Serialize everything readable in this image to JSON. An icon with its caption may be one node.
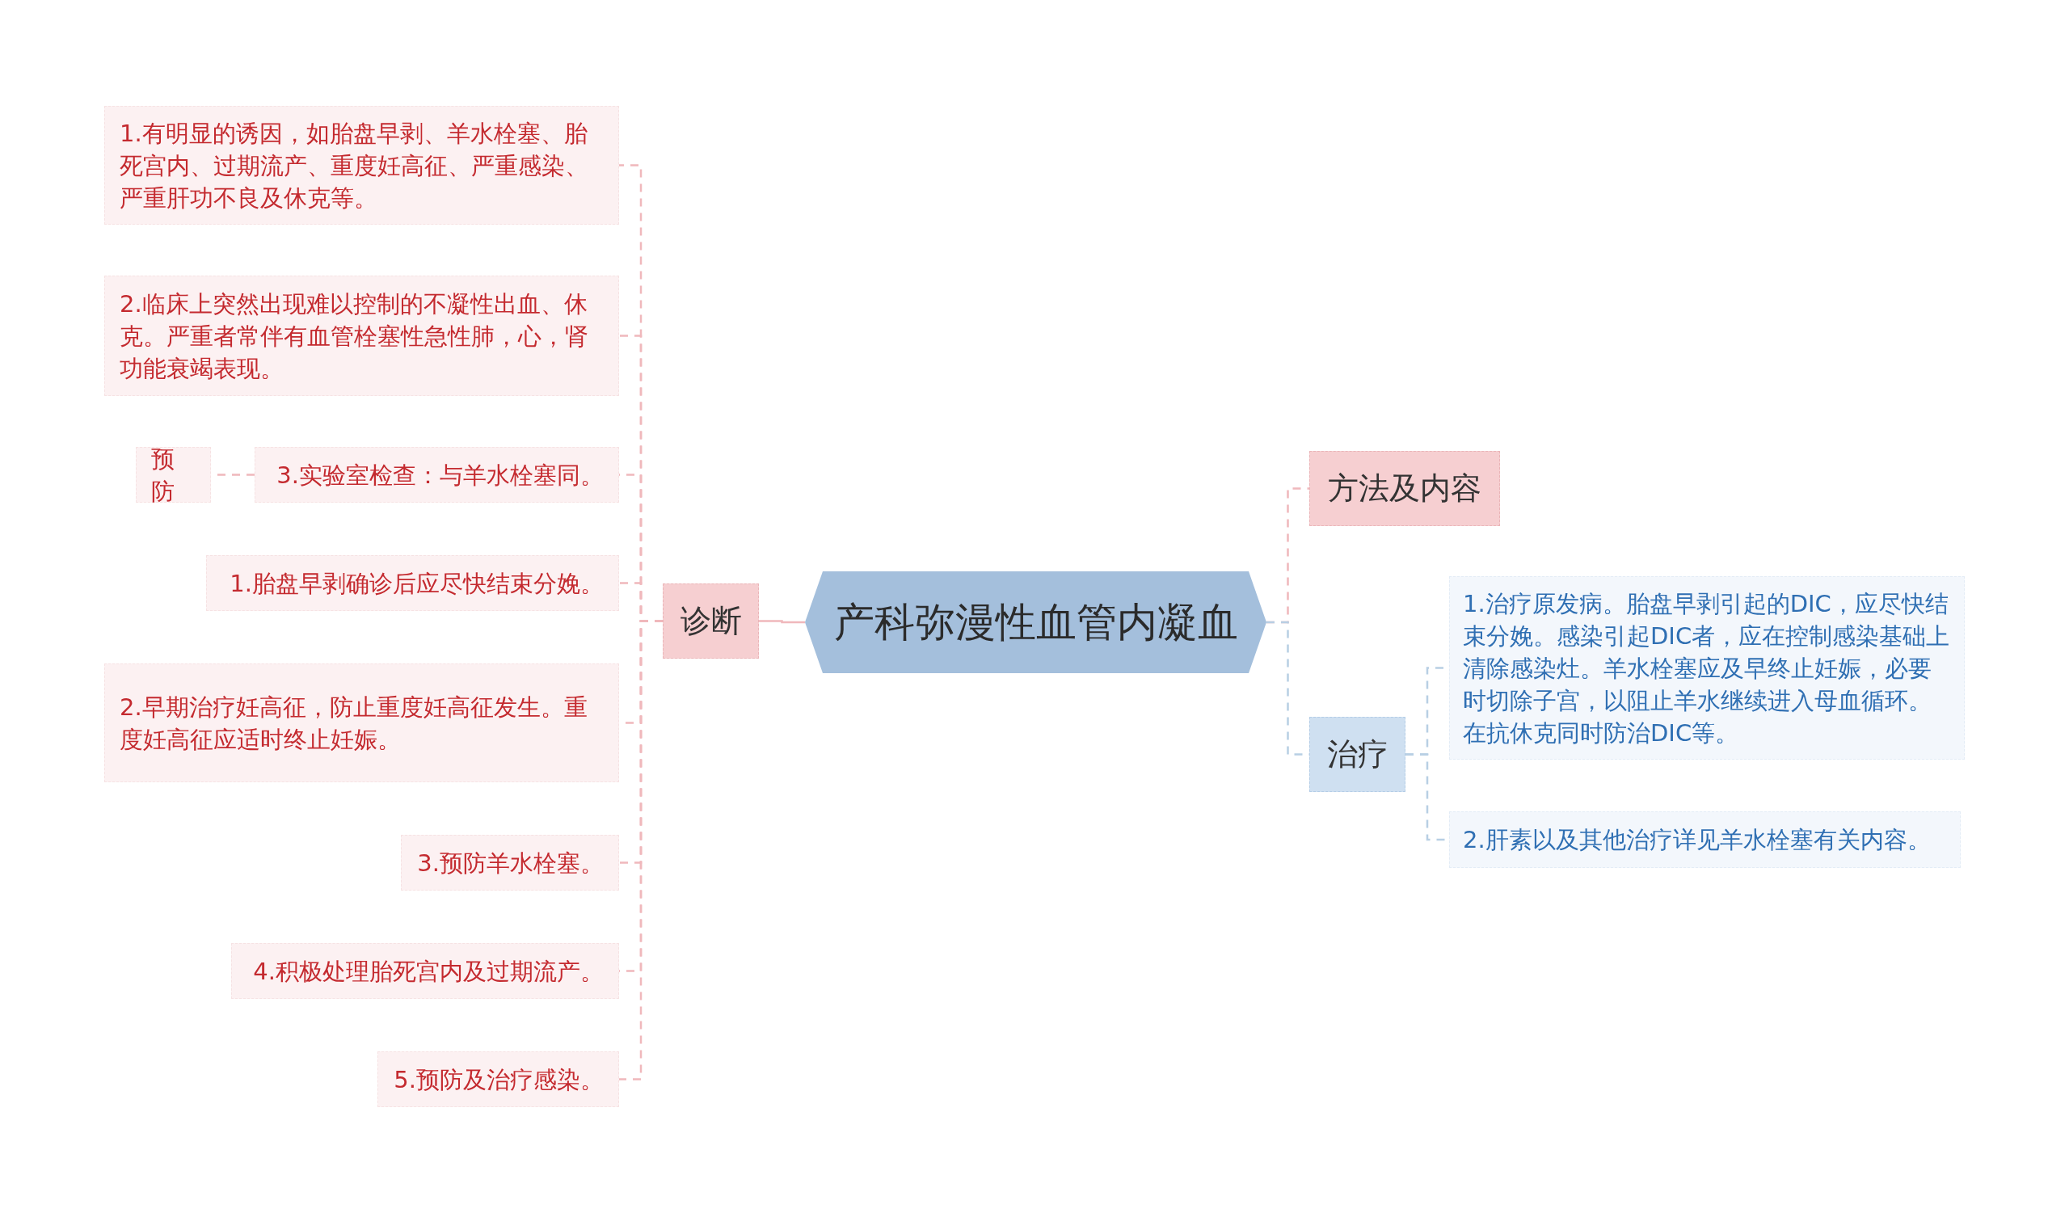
{
  "diagram": {
    "nodes": [
      {
        "text": [
          "产科弥漫性血管内凝血"
        ]
      },
      {
        "text": [
          "诊断"
        ]
      },
      {
        "text": [
          "1.有明显的诱因，如胎盘早剥、羊水栓塞、胎死宫内、过期流产、重度妊高征、严重感染、严重肝功不良及休克等。"
        ]
      },
      {
        "text": [
          "2.临床上突然出现难以控制的不凝性出血、休克。严重者常伴有血管栓塞性急性肺，心，肾功能衰竭表现。"
        ]
      },
      {
        "text": [
          "预防"
        ]
      },
      {
        "text": [
          "3.实验室检查：与羊水栓塞同。"
        ]
      },
      {
        "text": [
          "1.胎盘早剥确诊后应尽快结束分娩。"
        ]
      },
      {
        "text": [
          "2.早期治疗妊高征，防止重度妊高征发生。重度妊高征应适时终止妊娠。"
        ]
      },
      {
        "text": [
          "3.预防羊水栓塞。"
        ]
      },
      {
        "text": [
          "4.积极处理胎死宫内及过期流产。"
        ]
      },
      {
        "text": [
          "5.预防及治疗感染。"
        ]
      },
      {
        "text": [
          "方法及内容"
        ]
      },
      {
        "text": [
          "治疗"
        ]
      },
      {
        "text": [
          "1.治疗原发病。胎盘早剥引起的DIC，应尽快结束分娩。感染引起DIC者，应在控制感染基础上清除感染灶。羊水栓塞应及早终止妊娠，必要时切除子宫，以阻止羊水继续进入母血循环。在抗休克同时防治DIC等。"
        ]
      },
      {
        "text": [
          "2.肝素以及其他治疗详见羊水栓塞有关内容。"
        ]
      }
    ],
    "edges": [
      {
        "from": 0,
        "to": 1,
        "arrow": "none"
      },
      {
        "from": 1,
        "to": 2,
        "arrow": "none",
        "style": "dashed"
      },
      {
        "from": 1,
        "to": 3,
        "arrow": "none",
        "style": "dashed"
      },
      {
        "from": 1,
        "to": 5,
        "arrow": "none",
        "style": "dashed"
      },
      {
        "from": 5,
        "to": 4,
        "arrow": "none",
        "style": "dashed"
      },
      {
        "from": 1,
        "to": 6,
        "arrow": "none",
        "style": "dashed"
      },
      {
        "from": 1,
        "to": 7,
        "arrow": "none",
        "style": "dashed"
      },
      {
        "from": 1,
        "to": 8,
        "arrow": "none",
        "style": "dashed"
      },
      {
        "from": 1,
        "to": 9,
        "arrow": "none",
        "style": "dashed"
      },
      {
        "from": 1,
        "to": 10,
        "arrow": "none",
        "style": "dashed"
      },
      {
        "from": 0,
        "to": 11,
        "arrow": "none",
        "style": "dashed"
      },
      {
        "from": 0,
        "to": 12,
        "arrow": "none",
        "style": "dashed",
        "color": "#b8cfe4"
      },
      {
        "from": 12,
        "to": 13,
        "arrow": "none",
        "style": "dashed",
        "color": "#b8cfe4"
      },
      {
        "from": 12,
        "to": 14,
        "arrow": "none",
        "style": "dashed",
        "color": "#b8cfe4"
      }
    ]
  }
}
